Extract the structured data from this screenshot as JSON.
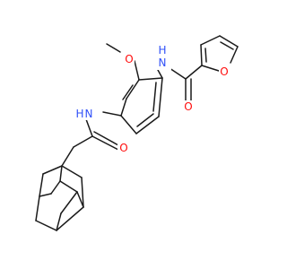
{
  "colors": {
    "background": "#ffffff",
    "bond": "#1a1a1a",
    "O": "#ff0d0d",
    "N": "#3050f8"
  },
  "labels": {
    "methoxy_o": "O",
    "amide_nh_top": "N",
    "amide_h_top": "H",
    "furan_o": "O",
    "carbonyl_o_top": "O",
    "amide_h_left": "H",
    "amide_nh_left": "N",
    "carbonyl_o_left": "O"
  }
}
